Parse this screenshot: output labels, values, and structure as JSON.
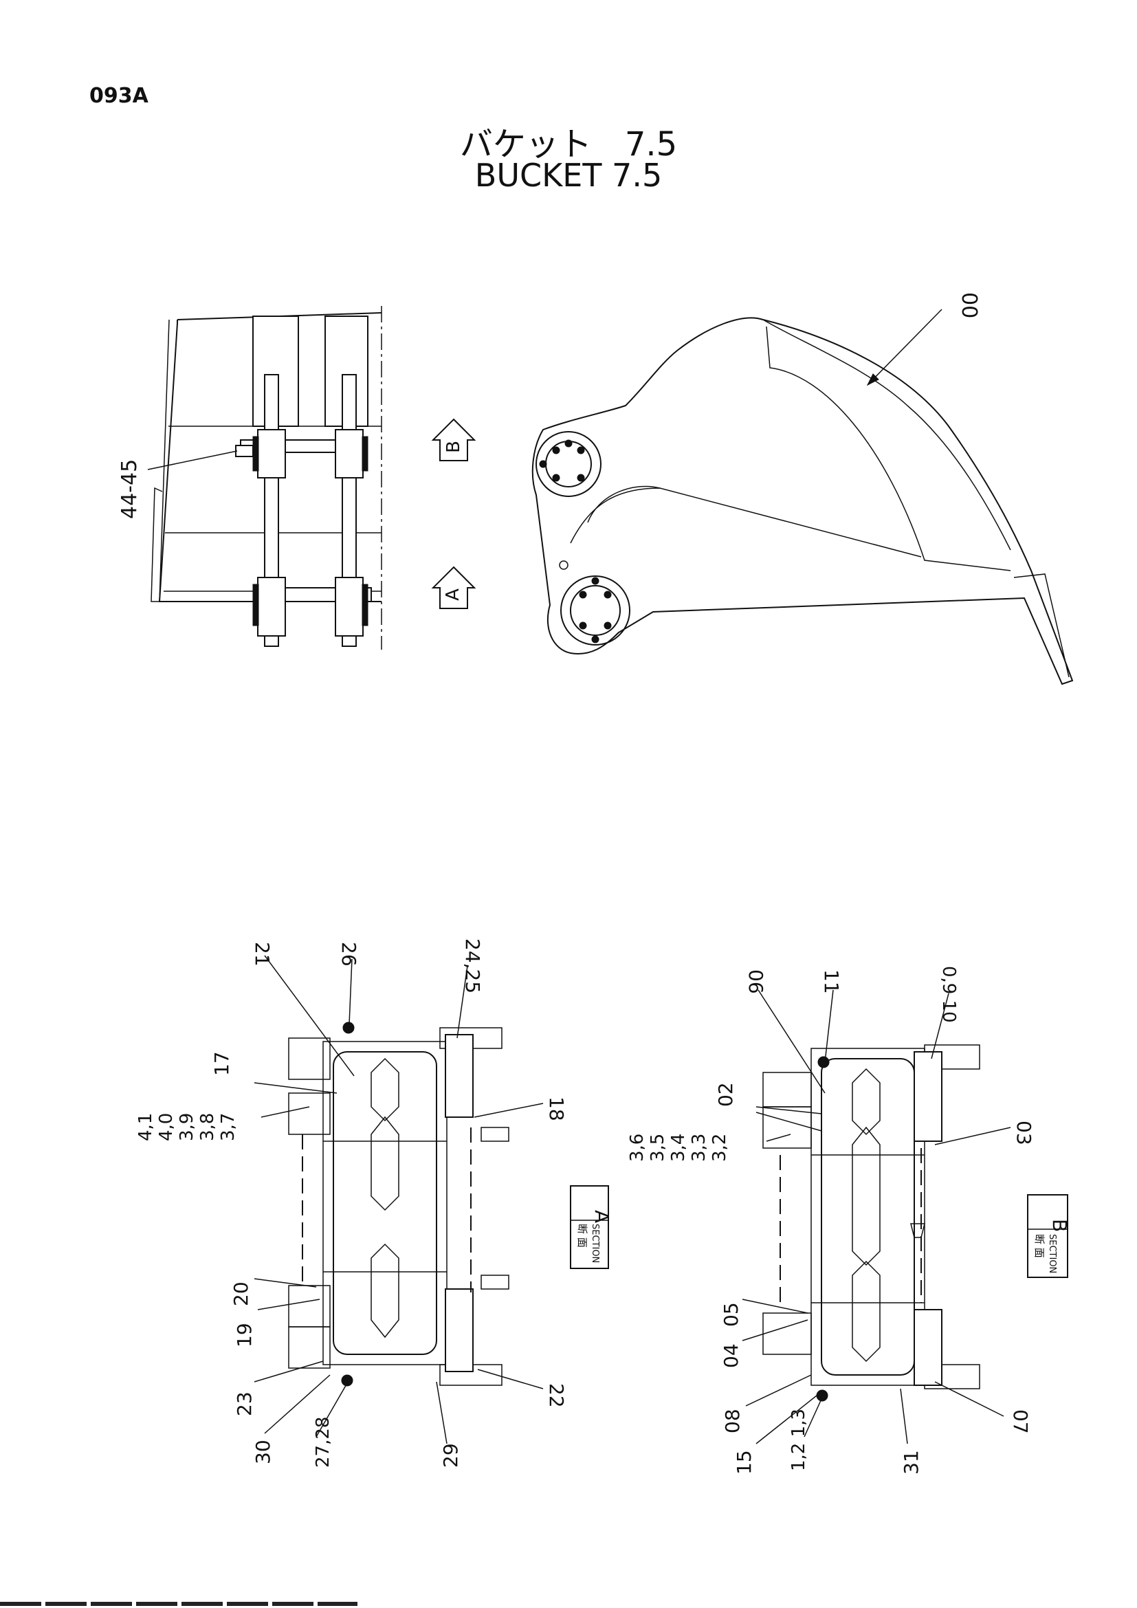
{
  "page_code": "093A",
  "title_jp": "バケット　7.5",
  "title_en": "BUCKET 7.5",
  "view_arrows": {
    "a": "A",
    "b": "B"
  },
  "section_a": {
    "jp": "断 面",
    "en": "SECTION",
    "letter": "A"
  },
  "section_b": {
    "jp": "断 面",
    "en": "SECTION",
    "letter": "B"
  },
  "callouts_top": {
    "bucket": "00",
    "pin_bolt": "44-45"
  },
  "callouts_section_a": {
    "c21": "21",
    "c26": "26",
    "c24_25": "24,25",
    "c17": "17",
    "c18": "18",
    "c37_41": [
      "4,1",
      "4,0",
      "3,9",
      "3,8",
      "3,7"
    ],
    "c20": "20",
    "c19": "19",
    "c23": "23",
    "c22": "22",
    "c30": "30",
    "c27_28": "27,28",
    "c29": "29"
  },
  "callouts_section_b": {
    "c06": "06",
    "c11": "11",
    "c09_10": "0,9 10",
    "c02": "02",
    "c03": "03",
    "c32_36": [
      "3,6",
      "3,5",
      "3,4",
      "3,3",
      "3,2"
    ],
    "c05": "05",
    "c04": "04",
    "c08": "08",
    "c07": "07",
    "c15": "15",
    "c12_13": "1,2 1,3",
    "c31": "31"
  }
}
